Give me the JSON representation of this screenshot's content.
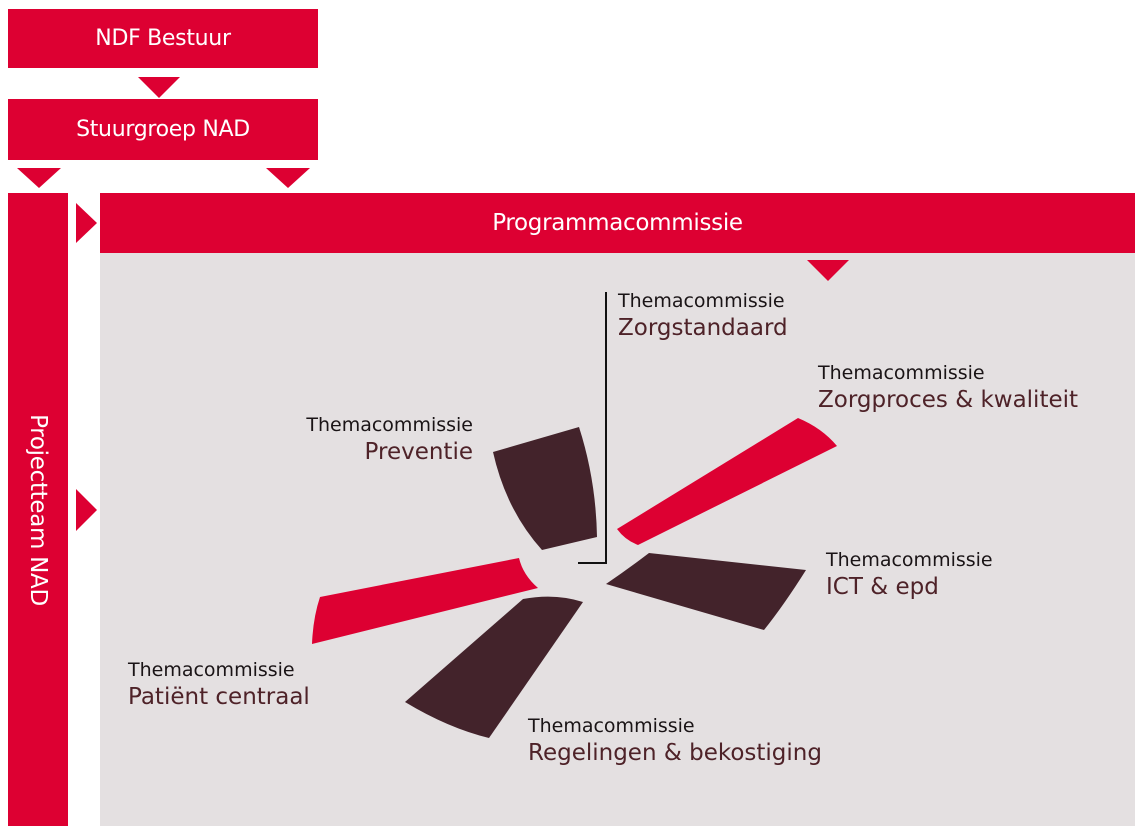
{
  "board": {
    "label": "NDF Bestuur"
  },
  "steering_group": {
    "label": "Stuurgroep NAD"
  },
  "project_team": {
    "label": "Projectteam NAD"
  },
  "program_committee": {
    "label": "Programmacommissie"
  },
  "colors": {
    "red": "#dd0032",
    "dark_blade": "#43232b",
    "panel": "#e4e0e1",
    "name_text": "#4e2228"
  },
  "committees": [
    {
      "kicker": "Themacommissie",
      "name": "Zorgstandaard"
    },
    {
      "kicker": "Themacommissie",
      "name": "Zorgproces & kwaliteit"
    },
    {
      "kicker": "Themacommissie",
      "name": "Preventie"
    },
    {
      "kicker": "Themacommissie",
      "name": "ICT & epd"
    },
    {
      "kicker": "Themacommissie",
      "name": "Patiënt centraal"
    },
    {
      "kicker": "Themacommissie",
      "name": "Regelingen & bekostiging"
    }
  ]
}
